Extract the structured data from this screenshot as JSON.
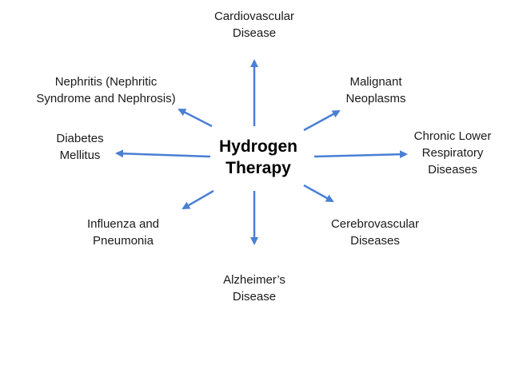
{
  "center": "Hydrogen\nTherapy",
  "arrow_color": "#4a7fd4",
  "nodes": [
    {
      "id": "cardiovascular",
      "label": "Cardiovascular\nDisease"
    },
    {
      "id": "malignant",
      "label": "Malignant\nNeoplasms"
    },
    {
      "id": "respiratory",
      "label": "Chronic Lower\nRespiratory\nDiseases"
    },
    {
      "id": "cerebrovascular",
      "label": "Cerebrovascular\nDiseases"
    },
    {
      "id": "alzheimers",
      "label": "Alzheimer’s\nDisease"
    },
    {
      "id": "influenza",
      "label": "Influenza and\nPneumonia"
    },
    {
      "id": "diabetes",
      "label": "Diabetes\nMellitus"
    },
    {
      "id": "nephritis",
      "label": "Nephritis (Nephritic\nSyndrome and Nephrosis)"
    }
  ]
}
